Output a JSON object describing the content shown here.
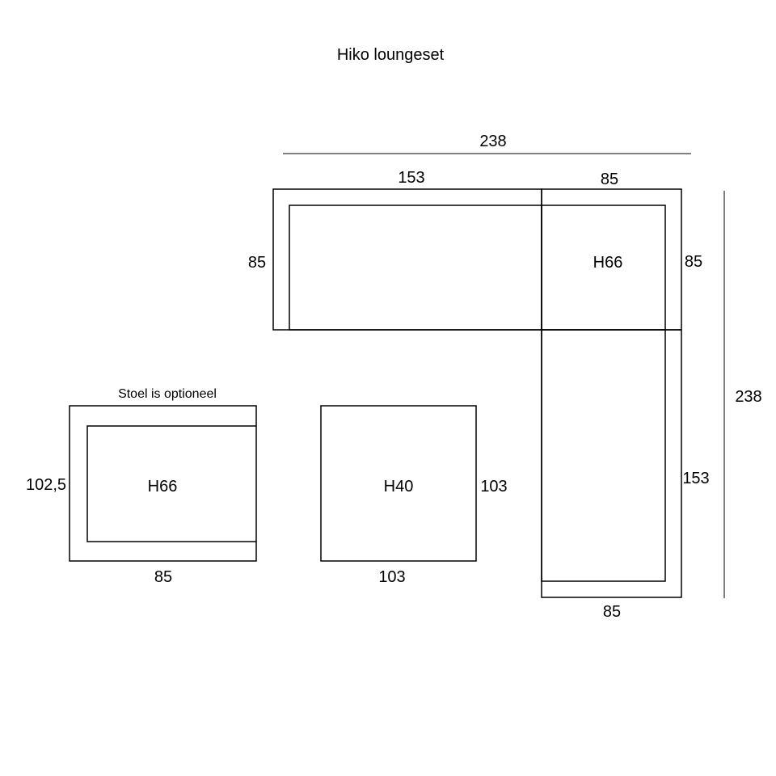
{
  "title": "Hiko loungeset",
  "overall": {
    "top_width": "238",
    "right_height": "238"
  },
  "corner_sofa": {
    "long_part_width": "153",
    "corner_width": "85",
    "depth_left": "85",
    "depth_right": "85",
    "corner_height": "H66",
    "side_length": "153",
    "side_width": "85"
  },
  "chair": {
    "note": "Stoel is optioneel",
    "height": "H66",
    "depth": "102,5",
    "width": "85"
  },
  "table": {
    "height": "H40",
    "depth": "103",
    "width": "103"
  }
}
